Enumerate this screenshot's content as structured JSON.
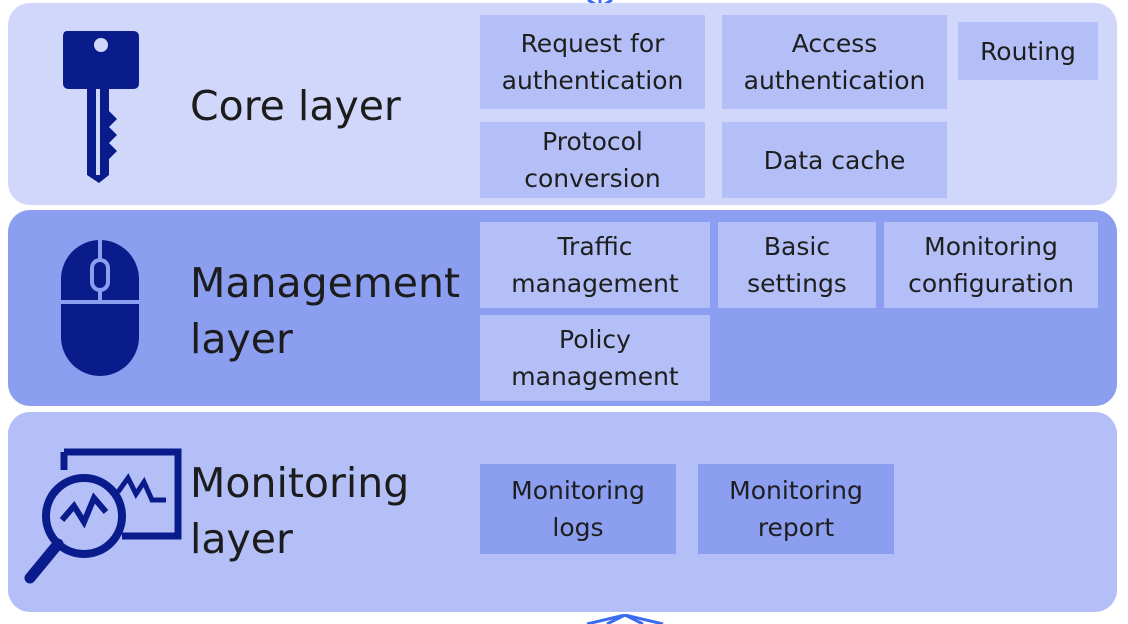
{
  "colors": {
    "core_band": "#d1d7fa",
    "management_band": "#8c9ef0",
    "monitoring_band": "#b3bff6",
    "icon_color": "#0a1c8c",
    "arrow_color": "#3b6cf0"
  },
  "layers": {
    "core": {
      "title": "Core layer",
      "icon": "key-icon",
      "functions": {
        "request_auth": "Request for\nauthentication",
        "access_auth": "Access\nauthentication",
        "routing": "Routing",
        "protocol_conversion": "Protocol\nconversion",
        "data_cache": "Data cache"
      }
    },
    "management": {
      "title": "Management\nlayer",
      "icon": "mouse-icon",
      "functions": {
        "traffic_management": "Traffic\nmanagement",
        "basic_settings": "Basic\nsettings",
        "monitoring_configuration": "Monitoring\nconfiguration",
        "policy_management": "Policy\nmanagement"
      }
    },
    "monitoring": {
      "title": "Monitoring\nlayer",
      "icon": "monitor-magnifier-icon",
      "functions": {
        "monitoring_logs": "Monitoring\nlogs",
        "monitoring_report": "Monitoring\nreport"
      }
    }
  }
}
